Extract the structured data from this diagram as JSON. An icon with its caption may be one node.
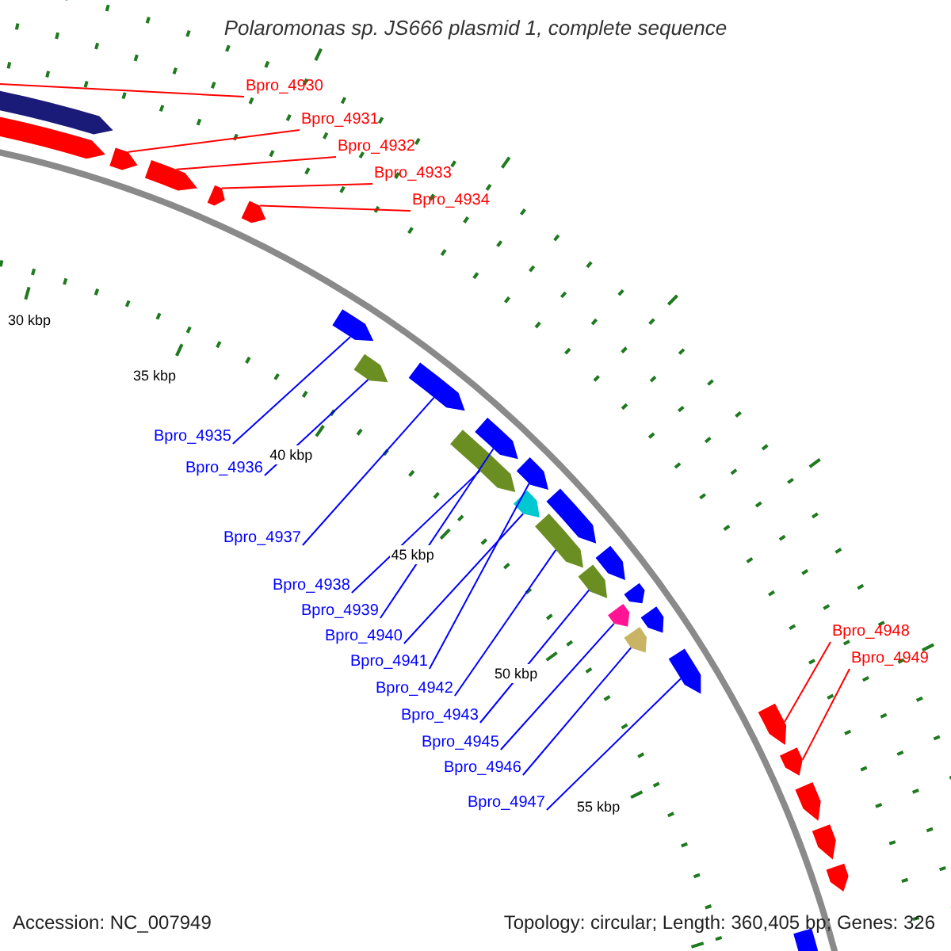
{
  "diagram": {
    "title": "Polaromonas sp. JS666 plasmid 1, complete sequence",
    "nodes": [
      {
        "text": [
          "Bpro_4930"
        ]
      },
      {
        "text": [
          "Bpro_4931"
        ]
      },
      {
        "text": [
          "Bpro_4932"
        ]
      },
      {
        "text": [
          "Bpro_4933"
        ]
      },
      {
        "text": [
          "Bpro_4934"
        ]
      },
      {
        "text": [
          "Bpro_4935"
        ]
      },
      {
        "text": [
          "Bpro_4936"
        ]
      },
      {
        "text": [
          "Bpro_4937"
        ]
      },
      {
        "text": [
          "Bpro_4938"
        ]
      },
      {
        "text": [
          "Bpro_4939"
        ]
      },
      {
        "text": [
          "Bpro_4940"
        ]
      },
      {
        "text": [
          "Bpro_4941"
        ]
      },
      {
        "text": [
          "Bpro_4942"
        ]
      },
      {
        "text": [
          "Bpro_4943"
        ]
      },
      {
        "text": [
          "Bpro_4945"
        ]
      },
      {
        "text": [
          "Bpro_4946"
        ]
      },
      {
        "text": [
          "Bpro_4947"
        ]
      },
      {
        "text": [
          "Bpro_4948"
        ]
      },
      {
        "text": [
          "Bpro_4949"
        ]
      },
      {
        "text": [],
        "shape": "arrow"
      },
      {
        "text": [],
        "shape": "arrow"
      },
      {
        "text": [],
        "shape": "arrow"
      },
      {
        "text": [],
        "shape": "arrow"
      },
      {
        "text": [],
        "shape": "arrow"
      },
      {
        "text": [],
        "shape": "arrow"
      },
      {
        "text": [],
        "shape": "arrow"
      },
      {
        "text": [],
        "shape": "arrow"
      },
      {
        "text": [],
        "shape": "arrow"
      },
      {
        "text": [],
        "shape": "arrow"
      },
      {
        "text": [],
        "shape": "arrow"
      },
      {
        "text": [],
        "shape": "arrow"
      },
      {
        "text": [],
        "shape": "arrow"
      },
      {
        "text": [],
        "shape": "arrow"
      },
      {
        "text": [],
        "shape": "arrow"
      },
      {
        "text": [],
        "shape": "arrow"
      },
      {
        "text": [],
        "shape": "arrow"
      },
      {
        "text": [],
        "shape": "arrow"
      },
      {
        "text": [],
        "shape": "arrow"
      },
      {
        "text": [],
        "shape": "arrow"
      },
      {
        "text": [],
        "shape": "arrow"
      },
      {
        "text": [],
        "shape": "arrow"
      },
      {
        "text": [],
        "shape": "arrow"
      },
      {
        "text": [],
        "shape": "arrow"
      },
      {
        "text": [],
        "shape": "arrow"
      },
      {
        "text": [],
        "shape": "arrow"
      },
      {
        "text": [],
        "shape": "arrow"
      },
      {
        "text": [],
        "shape": "arrow"
      }
    ],
    "edges": [
      {
        "from": 0,
        "to": 19,
        "arrow": "none",
        "color": "#ff0000"
      },
      {
        "from": 1,
        "to": 20,
        "arrow": "none",
        "color": "#ff0000"
      },
      {
        "from": 2,
        "to": 21,
        "arrow": "none",
        "color": "#ff0000"
      },
      {
        "from": 3,
        "to": 22,
        "arrow": "none",
        "color": "#ff0000"
      },
      {
        "from": 4,
        "to": 23,
        "arrow": "none",
        "color": "#ff0000"
      },
      {
        "from": 5,
        "to": 24,
        "arrow": "none"
      },
      {
        "from": 6,
        "to": 25,
        "arrow": "none"
      },
      {
        "from": 7,
        "to": 26,
        "arrow": "none"
      },
      {
        "from": 8,
        "to": 27,
        "arrow": "none"
      },
      {
        "from": 9,
        "to": 28,
        "arrow": "none"
      },
      {
        "from": 10,
        "to": 29,
        "arrow": "none"
      },
      {
        "from": 11,
        "to": 30,
        "arrow": "none"
      },
      {
        "from": 12,
        "to": 31,
        "arrow": "none"
      },
      {
        "from": 13,
        "to": 32,
        "arrow": "none"
      },
      {
        "from": 14,
        "to": 33,
        "arrow": "none"
      },
      {
        "from": 15,
        "to": 34,
        "arrow": "none"
      },
      {
        "from": 16,
        "to": 35,
        "arrow": "none"
      },
      {
        "from": 17,
        "to": 36,
        "arrow": "none",
        "color": "#ff0000"
      },
      {
        "from": 18,
        "to": 37,
        "arrow": "none",
        "color": "#ff0000"
      }
    ],
    "labels": [
      "30 kbp",
      "35 kbp",
      "40 kbp",
      "45 kbp",
      "50 kbp",
      "55 kbp",
      "Accession: NC_007949",
      "Topology: circular; Length: 360,405 bp; Genes: 326"
    ]
  }
}
